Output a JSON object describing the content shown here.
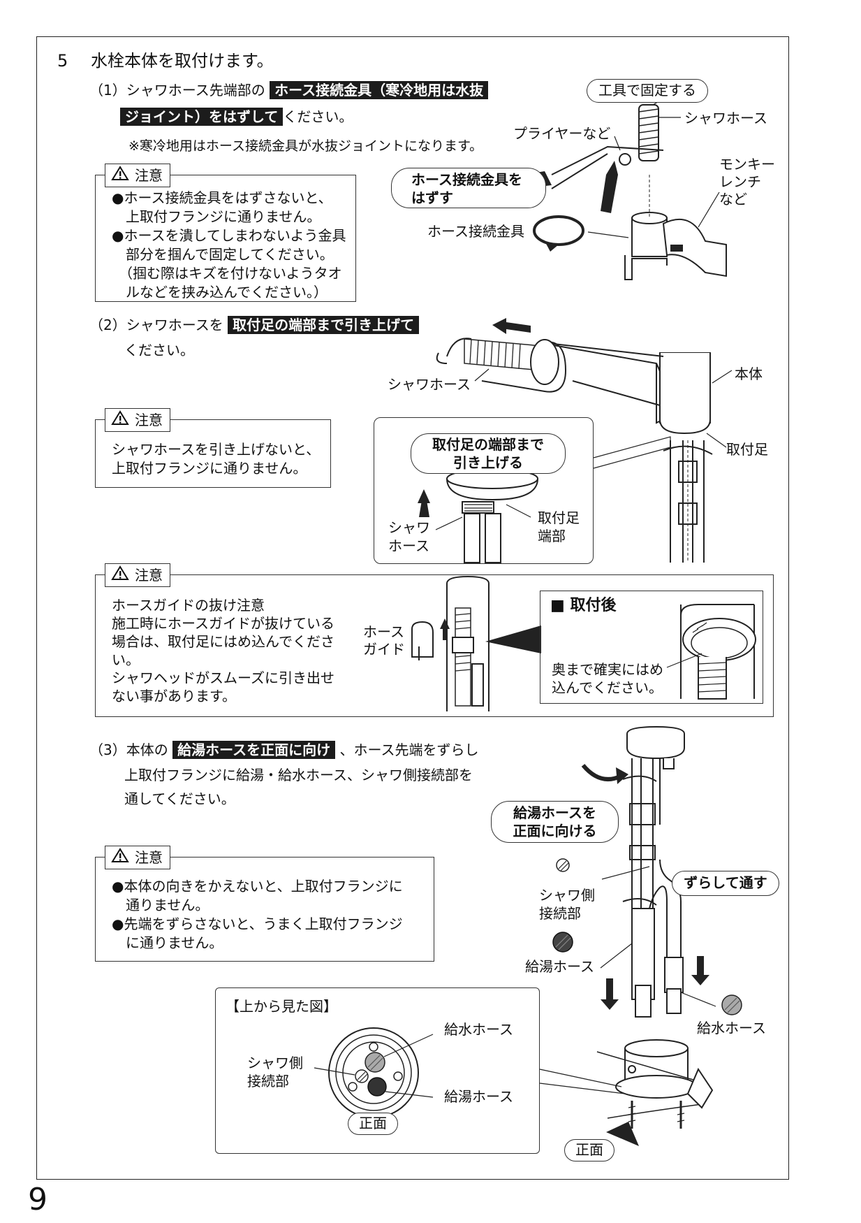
{
  "step": {
    "number": "5",
    "title": "水栓本体を取付けます。"
  },
  "sub1": {
    "num": "（1）",
    "pre": "シャワホース先端部の",
    "hl_a": "ホース接続金具（寒冷地用は水抜",
    "hl_b": "ジョイント）をはずして",
    "post": "ください。",
    "note": "※寒冷地用はホース接続金具が水抜ジョイントになります。",
    "caution_title": "注意",
    "caution": [
      "●ホース接続金具をはずさないと、",
      "　上取付フランジに通りません。",
      "●ホースを潰してしまわないよう金具",
      "　部分を掴んで固定してください。",
      "　（掴む際はキズを付けないようタオ",
      "　ルなどを挟み込んでください。）"
    ],
    "fig": {
      "pill_fix": "工具で固定する",
      "shower_hose": "シャワホース",
      "pliers": "プライヤーなど",
      "monkey": [
        "モンキー",
        "レンチ",
        "など"
      ],
      "pill_remove": [
        "ホース接続金具を",
        "はずす"
      ],
      "fitting": "ホース接続金具"
    }
  },
  "sub2": {
    "num": "（2）",
    "pre": "シャワホースを",
    "hl": "取付足の端部まで引き上げて",
    "post": "ください。",
    "caution_title": "注意",
    "caution": [
      "シャワホースを引き上げないと、",
      "上取付フランジに通りません。"
    ],
    "fig": {
      "shower_hose": "シャワホース",
      "body": "本体",
      "leg": "取付足",
      "pill": [
        "取付足の端部まで",
        "引き上げる"
      ],
      "shower_hose_2": [
        "シャワ",
        "ホース"
      ],
      "leg_end": [
        "取付足",
        "端部"
      ]
    }
  },
  "guide": {
    "caution_title": "注意",
    "lines": [
      "ホースガイドの抜け注意",
      "施工時にホースガイドが抜けている",
      "場合は、取付足にはめ込んでくださ",
      "い。",
      "シャワヘッドがスムーズに引き出せ",
      "ない事があります。"
    ],
    "hose_guide": [
      "ホース",
      "ガイド"
    ],
    "after_title": "■ 取付後",
    "after_text": [
      "奥まで確実にはめ",
      "込んでください。"
    ]
  },
  "sub3": {
    "num": "（3）",
    "pre": "本体の",
    "hl": "給湯ホースを正面に向け",
    "post": "、ホース先端をずらし",
    "line2": "上取付フランジに給湯・給水ホース、シャワ側接続部を",
    "line3": "通してください。",
    "caution_title": "注意",
    "caution": [
      "●本体の向きをかえないと、上取付フランジに",
      "　通りません。",
      "●先端をずらさないと、うまく上取付フランジ",
      "　に通りません。"
    ],
    "fig": {
      "pill_front": [
        "給湯ホースを",
        "正面に向ける"
      ],
      "pill_shift": "ずらして通す",
      "shower_side": [
        "シャワ側",
        "接続部"
      ],
      "hot_hose": "給湯ホース",
      "cold_hose": "給水ホース",
      "front": "正面"
    },
    "topview": {
      "title": "【上から見た図】",
      "cold_hose": "給水ホース",
      "shower_side": [
        "シャワ側",
        "接続部"
      ],
      "hot_hose": "給湯ホース",
      "front": "正面"
    }
  },
  "page_number": "9"
}
